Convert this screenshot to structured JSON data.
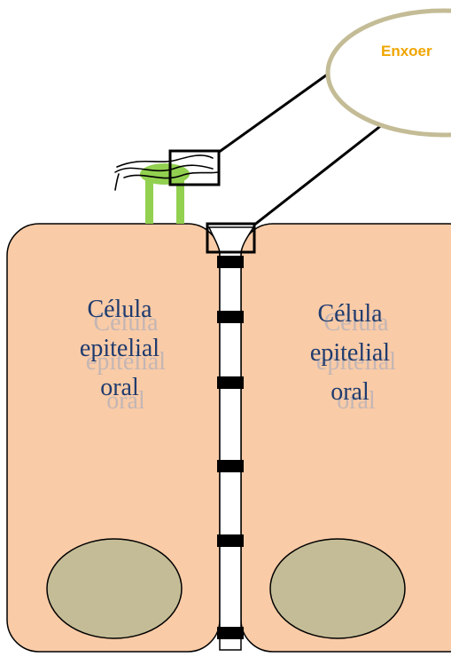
{
  "callout": {
    "label": "Enxoer"
  },
  "cells": [
    {
      "line1": "Célula",
      "line2": "epitelial",
      "line3": "oral"
    },
    {
      "line1": "Célula",
      "line2": "epitelial",
      "line3": "oral"
    }
  ],
  "colors": {
    "cell_fill": "#f9cba7",
    "nucleus_fill": "#c4bc96",
    "receptor": "#92d050",
    "callout_border": "#c4bc96",
    "callout_text": "#f0a500",
    "label_text": "#1f3b6e"
  }
}
